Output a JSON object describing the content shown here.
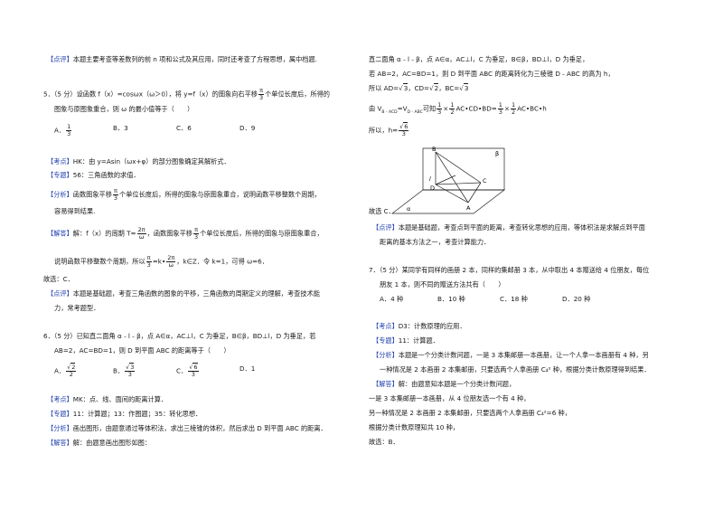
{
  "left": {
    "pingjia_top": {
      "tag": "【点评】",
      "text": "本题主要考查等差数列的前 n 项和公式及其应用，同时还考查了方程思想，属中档题."
    },
    "q5": {
      "stem_a": "5．（5 分）设函数 f（x）=cosωx（ω＞0），将 y=f（x）的图象向右平移",
      "stem_frac_n": "π",
      "stem_frac_d": "3",
      "stem_b": "个单位长度后，所得的",
      "stem_line2": "图象与原图象重合，则 ω 的最小值等于（　　）",
      "opt_a_label": "A．",
      "opt_a_n": "1",
      "opt_a_d": "3",
      "opt_b": "B．3",
      "opt_c": "C．6",
      "opt_d": "D．9",
      "kaodian_tag": "【考点】",
      "kaodian": "HK：由 y=Asin（ωx+φ）的部分图象确定其解析式．",
      "zhuanti_tag": "【专题】",
      "zhuanti": "56：三角函数的求值．",
      "fenxi_tag": "【分析】",
      "fenxi_a": "函数图象平移",
      "fenxi_frac_n": "π",
      "fenxi_frac_d": "3",
      "fenxi_b": "个单位长度后，所得的图象与原图象重合，说明函数平移整数个周期，",
      "fenxi_line2": "容易得到结果.",
      "jieda_tag": "【解答】",
      "jieda_a": "解：f（x）的周期 T=",
      "jieda_t_n": "2π",
      "jieda_t_d": "ω",
      "jieda_b": "，函数图象平移",
      "jieda_frac_n": "π",
      "jieda_frac_d": "3",
      "jieda_c": "个单位长度后，所得的图象与原图象重合，",
      "jieda2_a": "说明函数平移整数个周期，所以",
      "jieda2_f1_n": "π",
      "jieda2_f1_d": "3",
      "jieda2_mid": "=k",
      "jieda2_dot": "•",
      "jieda2_f2_n": "2π",
      "jieda2_f2_d": "ω",
      "jieda2_b": "，k∈Z．令 k=1，可得 ω=6．",
      "guxuan": "故选：C．",
      "pingjia_tag": "【点评】",
      "pingjia": "本题是基础题，考查三角函数的图象的平移，三角函数的周期定义的理解，考查技术能",
      "pingjia2": "力，常考题型．"
    },
    "q6": {
      "stem1": "6．（5 分）已知直二面角 α﹣l﹣β，点 A∈α，AC⊥l，C 为垂足，B∈β，BD⊥l，D 为垂足，若",
      "stem2": "AB=2，AC=BD=1，则 D 到平面 ABC 的距离等于（　　）",
      "opt_a_label": "A．",
      "opt_a_rad": "2",
      "opt_a_d": "2",
      "opt_b_label": "B．",
      "opt_b_rad": "3",
      "opt_b_d": "3",
      "opt_c_label": "C．",
      "opt_c_rad": "6",
      "opt_c_d": "3",
      "opt_d": "D．1",
      "kaodian_tag": "【考点】",
      "kaodian": "MK：点、线、面间的距离计算．",
      "zhuanti_tag": "【专题】",
      "zhuanti": "11：计算题；13：作图题；35：转化思想．",
      "fenxi_tag": "【分析】",
      "fenxi": "画出图形，由题意通过等体积法，求出三棱锥的体积，然后求出 D 到平面 ABC 的距离．",
      "jieda_tag": "【解答】",
      "jieda": "解：由题意画出图形如图："
    }
  },
  "right": {
    "q6_cont": {
      "l1": "直二面角 α﹣l﹣β，点 A∈α，AC⊥l，C 为垂足，B∈β，BD⊥l，D 为垂足，",
      "l2": "若 AB=2，AC=BD=1，则 D 到平面 ABC 的距离转化为三棱锥 D﹣ABC 的高为 h，",
      "l3_a": "所以 AD=",
      "l3_r1": "3",
      "l3_b": "，CD=",
      "l3_r2": "2",
      "l3_c": "，BC=",
      "l3_r3": "3",
      "l4_a": "由 V",
      "l4_sub1": "B﹣ACD",
      "l4_eq": "=V",
      "l4_sub2": "D﹣ABC",
      "l4_b": "可知",
      "l4_f1_n": "1",
      "l4_f1_d": "3",
      "l4_c": "×",
      "l4_f2_n": "1",
      "l4_f2_d": "2",
      "l4_d": "AC•CD•BD=",
      "l4_f3_n": "1",
      "l4_f3_d": "3",
      "l4_e": "×",
      "l4_f4_n": "1",
      "l4_f4_d": "2",
      "l4_f": "AC•BC•h",
      "l5_a": "所以，h=",
      "l5_rad": "6",
      "l5_d": "3",
      "fig": {
        "B": "B",
        "beta": "β",
        "l": "l",
        "D": "D",
        "C": "C",
        "A": "A",
        "alpha": "α"
      },
      "guxuan": "故选 C．",
      "pingjia_tag": "【点评】",
      "pingjia": "本题是基础题，考查点到平面的距离，考查转化思想的应用，等体积法是求解点到平面",
      "pingjia2": "距离的基本方法之一，考查计算能力．"
    },
    "q7": {
      "stem1": "7．（5 分）某同学有同样的画册 2 本，同样的集邮册 3 本，从中取出 4 本赠送给 4 位朋友，每位",
      "stem2": "朋友 1 本，则不同的赠送方法共有（　　）",
      "opt_a": "A．4 种",
      "opt_b": "B．10 种",
      "opt_c": "C．18 种",
      "opt_d": "D．20 种",
      "kaodian_tag": "【考点】",
      "kaodian": "D3：计数原理的应用．",
      "zhuanti_tag": "【专题】",
      "zhuanti": "11：计算题．",
      "fenxi_tag": "【分析】",
      "fenxi": "本题是一个分类计数问题，一是 3 本集邮册一本画册，让一个人拿一本画册有 4 种，另",
      "fenxi2": "一种情况是 2 本画册 2 本集邮册，只要选两个人拿画册 C₄² 种，根据分类计数原理得到结果．",
      "jieda_tag": "【解答】",
      "jieda": "解：由题意知本题是一个分类计数问题，",
      "j2": "一是 3 本集邮册一本画册，从 4 位朋友选一个有 4 种，",
      "j3": "另一种情况是 2 本画册 2 本集邮册，只要选两个人拿画册 C₄²=6 种，",
      "j4": "根据分类计数原理知共 10 种，",
      "guxuan": "故选：B．"
    }
  }
}
